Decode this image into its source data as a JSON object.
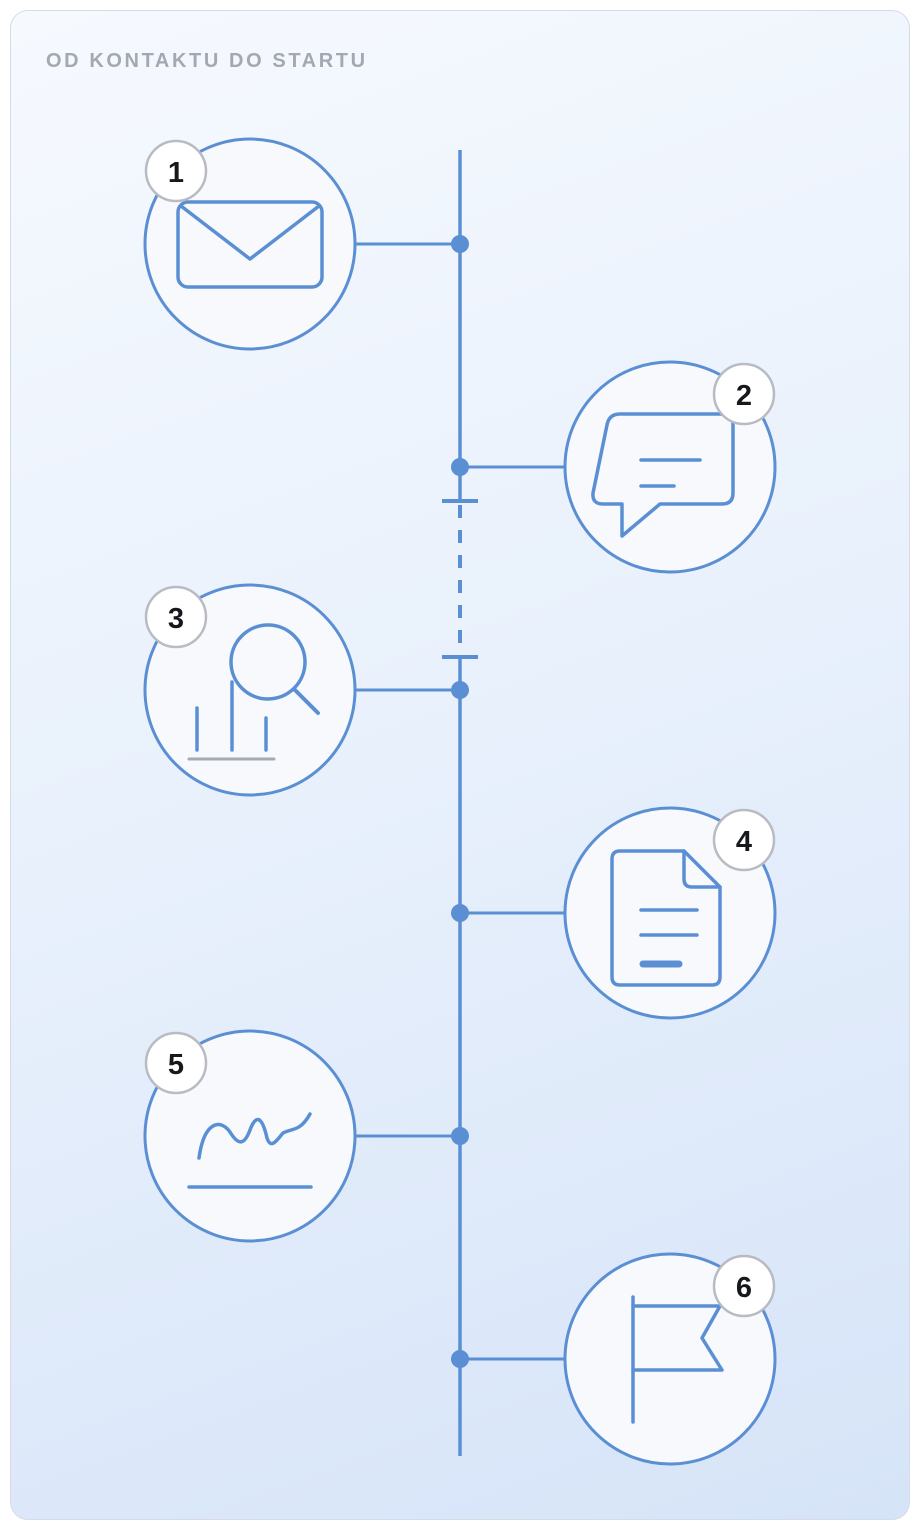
{
  "title": "OD KONTAKTU DO STARTU",
  "colors": {
    "accent": "#5b8fd4",
    "badge_border": "#b8bcc2",
    "title_text": "#a3a9b2",
    "circle_fill": "#f7f9fd"
  },
  "steps": [
    {
      "number": "1",
      "icon": "envelope-icon"
    },
    {
      "number": "2",
      "icon": "chat-bubble-icon"
    },
    {
      "number": "3",
      "icon": "search-analytics-icon"
    },
    {
      "number": "4",
      "icon": "document-icon"
    },
    {
      "number": "5",
      "icon": "trend-line-icon"
    },
    {
      "number": "6",
      "icon": "flag-icon"
    }
  ]
}
